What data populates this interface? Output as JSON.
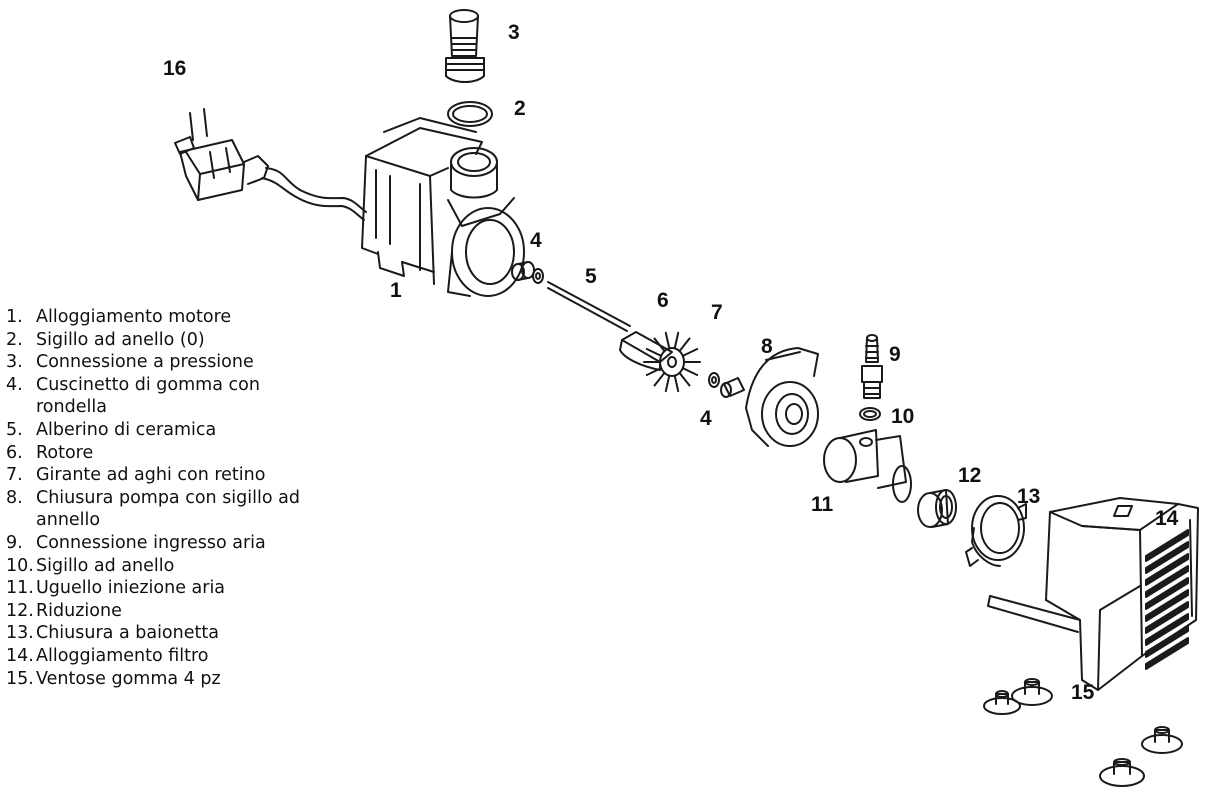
{
  "callouts": [
    {
      "id": "c16",
      "text": "16"
    },
    {
      "id": "c3",
      "text": "3"
    },
    {
      "id": "c2",
      "text": "2"
    },
    {
      "id": "c4a",
      "text": "4"
    },
    {
      "id": "c5",
      "text": "5"
    },
    {
      "id": "c1",
      "text": "1"
    },
    {
      "id": "c6",
      "text": "6"
    },
    {
      "id": "c7",
      "text": "7"
    },
    {
      "id": "c8",
      "text": "8"
    },
    {
      "id": "c9",
      "text": "9"
    },
    {
      "id": "c4b",
      "text": "4"
    },
    {
      "id": "c10",
      "text": "10"
    },
    {
      "id": "c12",
      "text": "12"
    },
    {
      "id": "c13",
      "text": "13"
    },
    {
      "id": "c14",
      "text": "14"
    },
    {
      "id": "c11",
      "text": "11"
    },
    {
      "id": "c15",
      "text": "15"
    }
  ],
  "parts": [
    {
      "num": "1.",
      "lines": [
        "Alloggiamento motore"
      ]
    },
    {
      "num": "2.",
      "lines": [
        "Sigillo ad anello (0)"
      ]
    },
    {
      "num": "3.",
      "lines": [
        "Connessione a pressione"
      ]
    },
    {
      "num": "4.",
      "lines": [
        "Cuscinetto di gomma con",
        "rondella"
      ]
    },
    {
      "num": "5.",
      "lines": [
        "Alberino di ceramica"
      ]
    },
    {
      "num": "6.",
      "lines": [
        "Rotore"
      ]
    },
    {
      "num": "7.",
      "lines": [
        "Girante ad aghi con retino"
      ]
    },
    {
      "num": "8.",
      "lines": [
        "Chiusura pompa con sigillo ad",
        "annello"
      ]
    },
    {
      "num": "9.",
      "lines": [
        "Connessione ingresso aria"
      ]
    },
    {
      "num": "10.",
      "lines": [
        "Sigillo ad anello"
      ]
    },
    {
      "num": "11.",
      "lines": [
        "Uguello iniezione aria"
      ]
    },
    {
      "num": "12.",
      "lines": [
        "Riduzione"
      ]
    },
    {
      "num": "13.",
      "lines": [
        "Chiusura a baionetta"
      ]
    },
    {
      "num": "14.",
      "lines": [
        "Alloggiamento filtro"
      ]
    },
    {
      "num": "15.",
      "lines": [
        "Ventose gomma 4 pz"
      ]
    }
  ]
}
